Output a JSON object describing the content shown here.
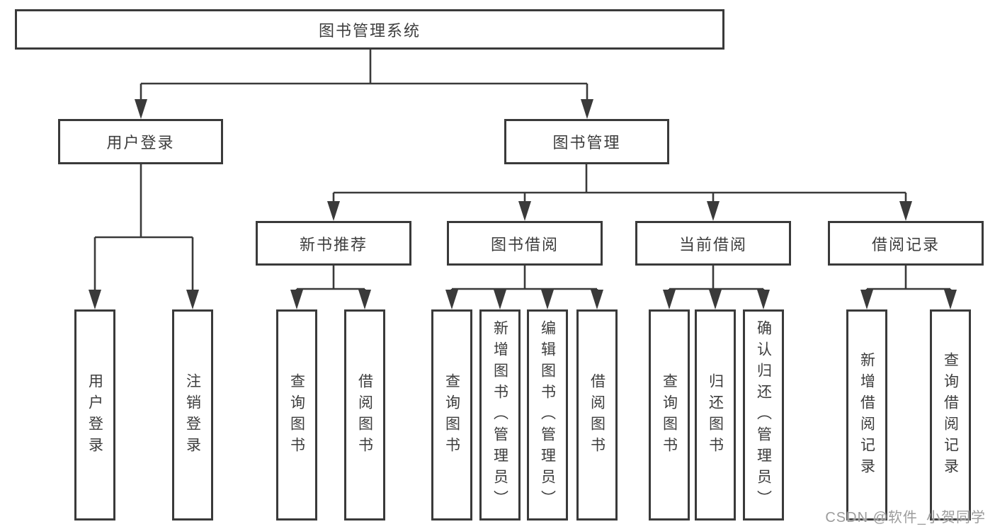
{
  "nodes": {
    "root": "图书管理系统",
    "level2": [
      "用户登录",
      "图书管理"
    ],
    "level3": [
      "新书推荐",
      "图书借阅",
      "当前借阅",
      "借阅记录"
    ],
    "leaves": {
      "login": [
        "用户登录",
        "注销登录"
      ],
      "recommend": [
        "查询图书",
        "借阅图书"
      ],
      "borrow": [
        "查询图书",
        "新增图书（管理员）",
        "编辑图书（管理员）",
        "借阅图书"
      ],
      "current": [
        "查询图书",
        "归还图书",
        "确认归还（管理员）"
      ],
      "records": [
        "新增借阅记录",
        "查询借阅记录"
      ]
    }
  },
  "watermark": "CSDN @软件_小贺同学",
  "colors": {
    "line": "#3a3a3a",
    "text": "#3d3d3d",
    "watermark": "#9c9c9c",
    "background": "#ffffff"
  }
}
